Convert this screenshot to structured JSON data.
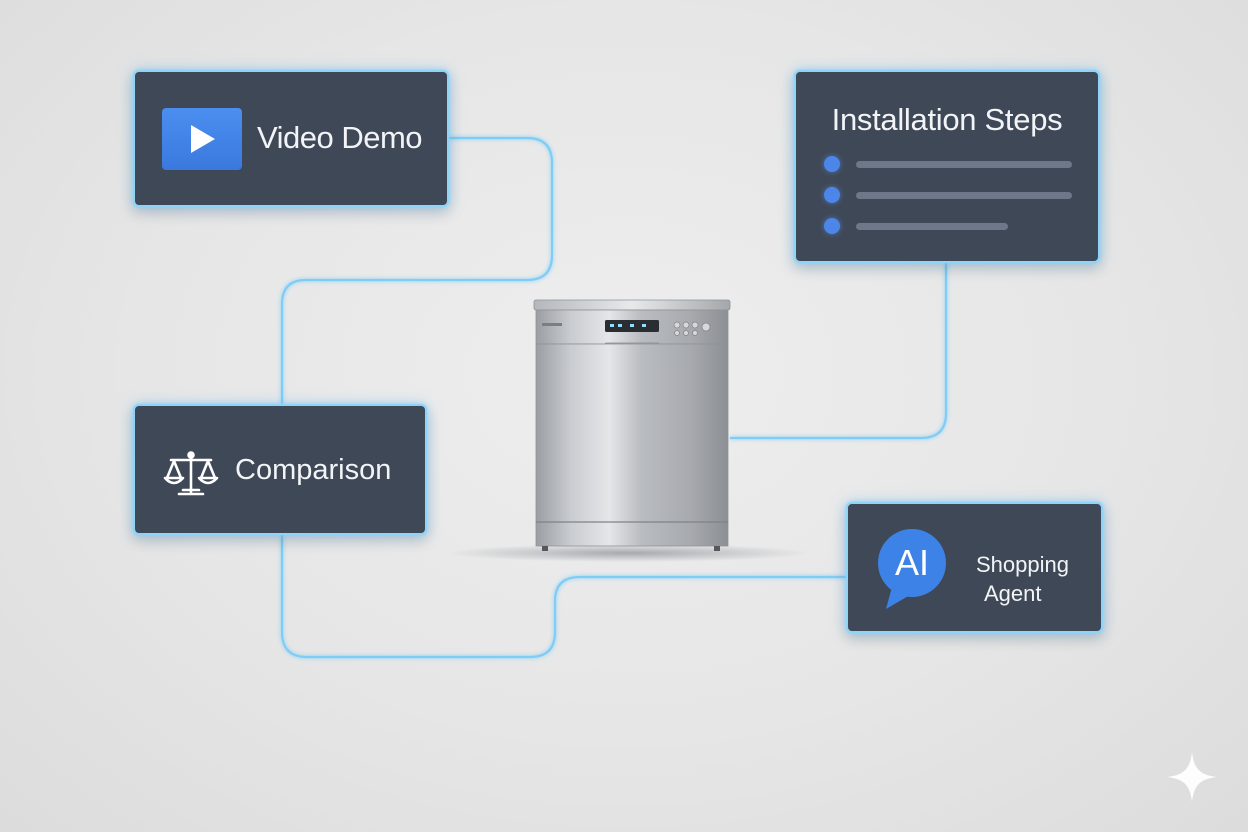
{
  "cards": {
    "video_demo": {
      "label": "Video Demo",
      "icon": "play-icon"
    },
    "installation_steps": {
      "title": "Installation Steps",
      "steps": [
        {
          "icon": "bullet-dot-icon"
        },
        {
          "icon": "bullet-dot-icon"
        },
        {
          "icon": "bullet-dot-icon"
        }
      ]
    },
    "comparison": {
      "label": "Comparison",
      "icon": "balance-scale-icon"
    },
    "shopping_agent": {
      "badge": "AI",
      "label_line1": "Shopping",
      "label_line2": "Agent",
      "icon": "chat-bubble-icon"
    }
  },
  "center": {
    "icon": "dishwasher-image"
  },
  "corner": {
    "icon": "sparkle-icon"
  },
  "colors": {
    "card_bg": "#3f4856",
    "glow": "#8fd3f7",
    "accent_blue": "#3b78de",
    "background": "#e6e6e6"
  }
}
